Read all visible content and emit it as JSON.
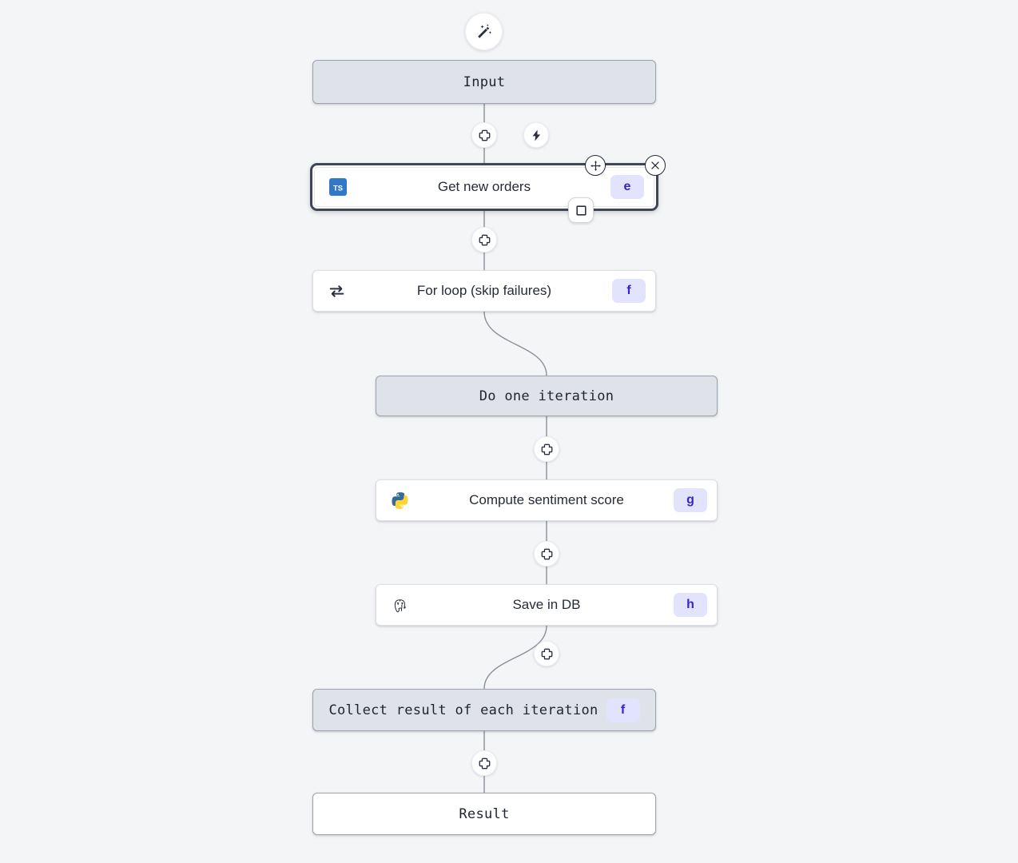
{
  "canvas": {
    "background": "#f4f5f7",
    "node_fill_mono": "#dfe3e9",
    "node_fill_white": "#ffffff",
    "badge_bg": "#e2e4fd",
    "badge_fg": "#3b23c4",
    "selection_border": "#3f4656",
    "edge_color": "#8b9098",
    "typescript_blue": "#3178c6",
    "python_blue": "#366a96",
    "python_yellow": "#ffd43b"
  },
  "toolbar": {
    "ai_wand_label": "magic-wand",
    "lightning_label": "trigger"
  },
  "nodes": [
    {
      "id": "input",
      "label": "Input",
      "style": "mono",
      "icon": null,
      "badge": null
    },
    {
      "id": "get-new-orders",
      "label": "Get new orders",
      "style": "step",
      "icon": "typescript-icon",
      "badge": "e",
      "selected": true
    },
    {
      "id": "for-loop",
      "label": "For loop (skip failures)",
      "style": "step",
      "icon": "loop-icon",
      "badge": "f"
    },
    {
      "id": "do-one-iteration",
      "label": "Do one iteration",
      "style": "mono",
      "icon": null,
      "badge": null
    },
    {
      "id": "compute-sentiment-score",
      "label": "Compute sentiment score",
      "style": "step",
      "icon": "python-icon",
      "badge": "g"
    },
    {
      "id": "save-in-db",
      "label": "Save in DB",
      "style": "step",
      "icon": "postgresql-icon",
      "badge": "h"
    },
    {
      "id": "collect-result",
      "label": "Collect result of each iteration",
      "style": "mono",
      "icon": null,
      "badge": "f"
    },
    {
      "id": "result",
      "label": "Result",
      "style": "white",
      "icon": null,
      "badge": null
    }
  ],
  "selection_controls": {
    "move_label": "move",
    "close_label": "close",
    "branch_label": "stop"
  },
  "add_buttons": [
    {
      "id": "add-after-input"
    },
    {
      "id": "add-after-get-new-orders"
    },
    {
      "id": "add-after-do-one-iteration"
    },
    {
      "id": "add-after-compute-sentiment-score"
    },
    {
      "id": "add-after-save-in-db"
    },
    {
      "id": "add-after-collect-result"
    }
  ]
}
